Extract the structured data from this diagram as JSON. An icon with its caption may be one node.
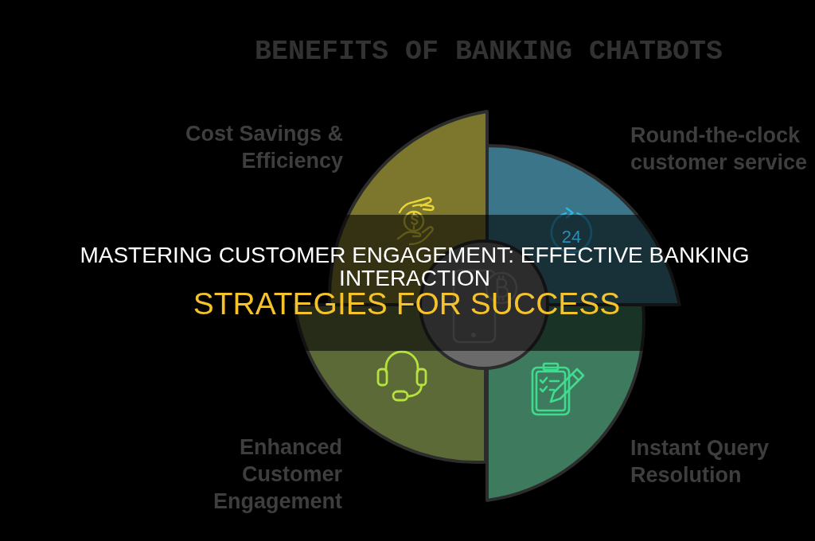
{
  "diagram": {
    "title": "BENEFITS OF BANKING CHATBOTS",
    "nodes": [
      {
        "text": [
          "Cost Savings & Efficiency"
        ]
      },
      {
        "text": [
          "Round-the-clock customer service"
        ]
      },
      {
        "text": [],
        "shape": "circle"
      },
      {
        "text": [
          "Enhanced Customer Engagement"
        ]
      },
      {
        "text": [
          "Instant Query Resolution"
        ]
      }
    ],
    "labels": [
      "24",
      "MASTERING CUSTOMER ENGAGEMENT: EFFECTIVE BANKING INTERACTION",
      "STRATEGIES FOR SUCCESS"
    ]
  }
}
